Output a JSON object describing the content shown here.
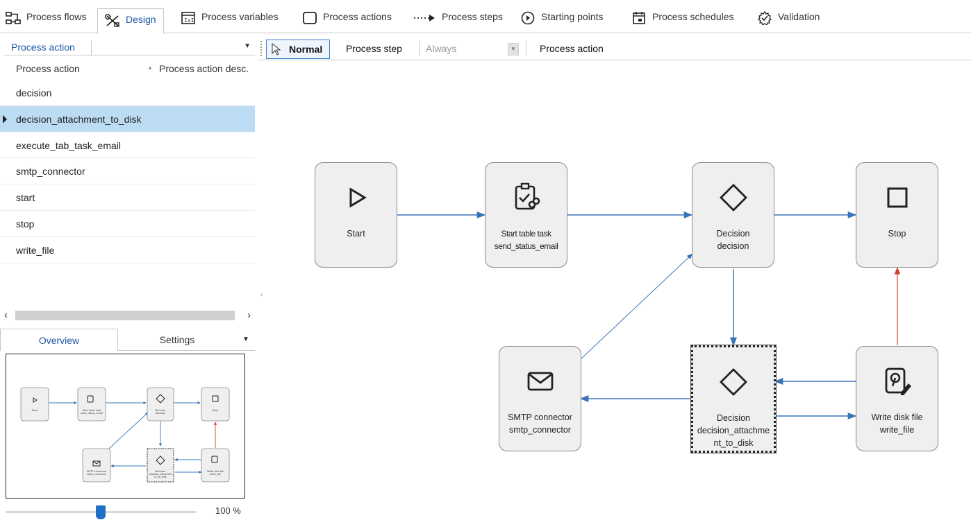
{
  "tabs": [
    {
      "label": "Process flows",
      "icon": "process-flows-icon",
      "active": false
    },
    {
      "label": "Design",
      "icon": "design-icon",
      "active": true
    },
    {
      "label": "Process variables",
      "icon": "variables-icon",
      "active": false
    },
    {
      "label": "Process actions",
      "icon": "rounded-square-icon",
      "active": false
    },
    {
      "label": "Process steps",
      "icon": "dotted-arrow-icon",
      "active": false
    },
    {
      "label": "Starting points",
      "icon": "play-circle-icon",
      "active": false
    },
    {
      "label": "Process schedules",
      "icon": "calendar-icon",
      "active": false
    },
    {
      "label": "Validation",
      "icon": "validation-icon",
      "active": false
    }
  ],
  "left": {
    "combo_value": "Process action",
    "grid": {
      "col1": "Process action",
      "col2": "Process action desc.",
      "rows": [
        "decision",
        "decision_attachment_to_disk",
        "execute_tab_task_email",
        "smtp_connector",
        "start",
        "stop",
        "write_file"
      ],
      "selected_index": 1
    },
    "bottom_tabs": {
      "overview": "Overview",
      "settings": "Settings"
    },
    "zoom_label": "100 %"
  },
  "toolbar": {
    "normal": "Normal",
    "process_step": "Process step",
    "always": "Always",
    "process_action": "Process action"
  },
  "diagram": {
    "nodes": {
      "start": {
        "line1": "Start",
        "line2": ""
      },
      "table_task": {
        "line1": "Start table task",
        "line2": "send_status_email"
      },
      "decision": {
        "line1": "Decision",
        "line2": "decision"
      },
      "stop": {
        "line1": "Stop",
        "line2": ""
      },
      "smtp": {
        "line1": "SMTP connector",
        "line2": "smtp_connector"
      },
      "decision2": {
        "line1": "Decision",
        "line2": "decision_attachme",
        "line3": "nt_to_disk"
      },
      "write": {
        "line1": "Write disk file",
        "line2": "write_file"
      }
    },
    "colors": {
      "edge": "#3a74b8",
      "edge_red": "#d0402b",
      "node_fill": "#efefef"
    }
  }
}
